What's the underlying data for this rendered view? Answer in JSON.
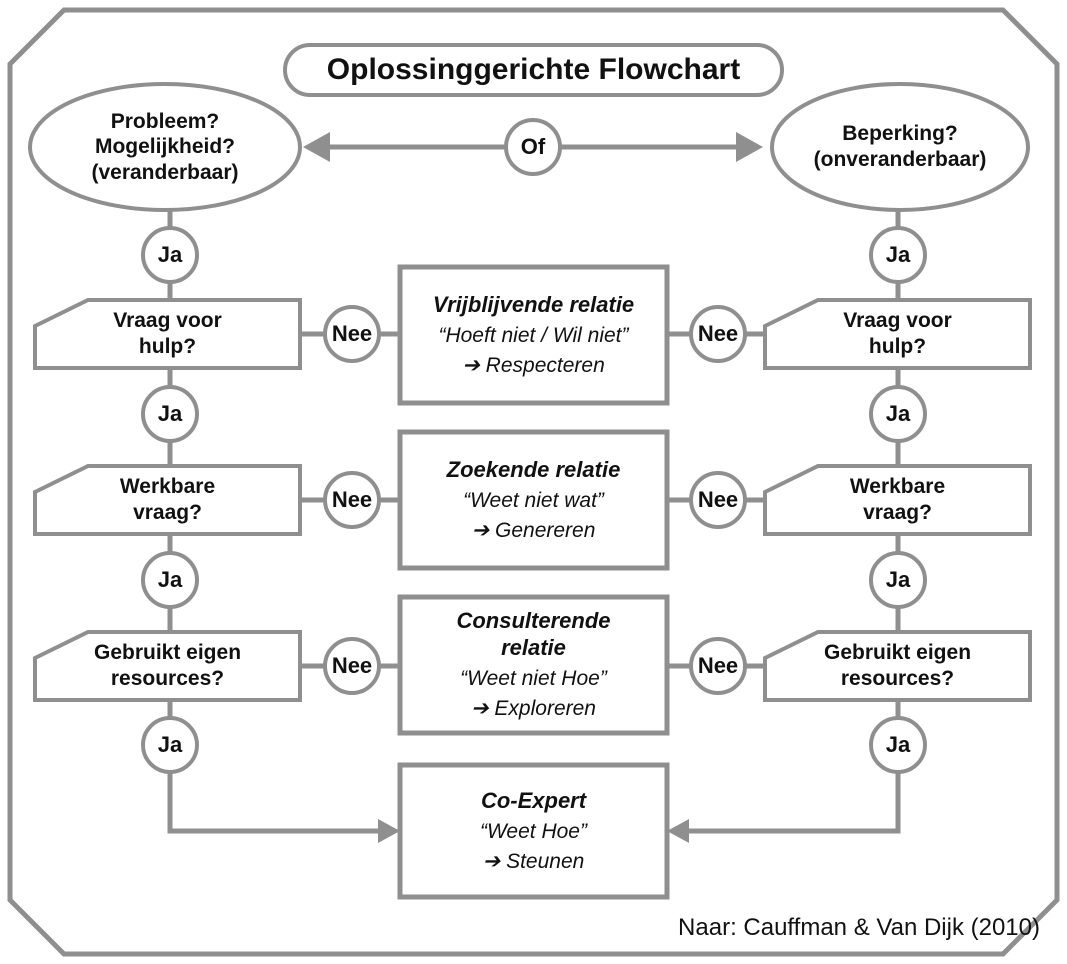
{
  "title": "Oplossinggerichte Flowchart",
  "top": {
    "left_oval": "Probleem?\nMogelijkheid?\n(veranderbaar)",
    "or_label": "Of",
    "right_oval": "Beperking?\n(onveranderbaar)"
  },
  "labels": {
    "ja": "Ja",
    "nee": "Nee"
  },
  "left_column": [
    "Vraag voor\nhulp?",
    "Werkbare\nvraag?",
    "Gebruikt eigen\nresources?"
  ],
  "right_column": [
    "Vraag voor\nhulp?",
    "Werkbare\nvraag?",
    "Gebruikt eigen\nresources?"
  ],
  "center_boxes": [
    {
      "title": "Vrijblijvende relatie",
      "quote": "“Hoeft niet / Wil niet”",
      "action": "➔ Respecteren"
    },
    {
      "title": "Zoekende relatie",
      "quote": "“Weet niet wat”",
      "action": "➔ Genereren"
    },
    {
      "title": "Consulterende\nrelatie",
      "quote": "“Weet niet Hoe”",
      "action": "➔ Exploreren"
    },
    {
      "title": "Co-Expert",
      "quote": "“Weet Hoe”",
      "action": "➔ Steunen"
    }
  ],
  "credit": "Naar: Cauffman & Van Dijk (2010)",
  "colors": {
    "stroke": "#8f8f8f",
    "text": "#111111"
  }
}
